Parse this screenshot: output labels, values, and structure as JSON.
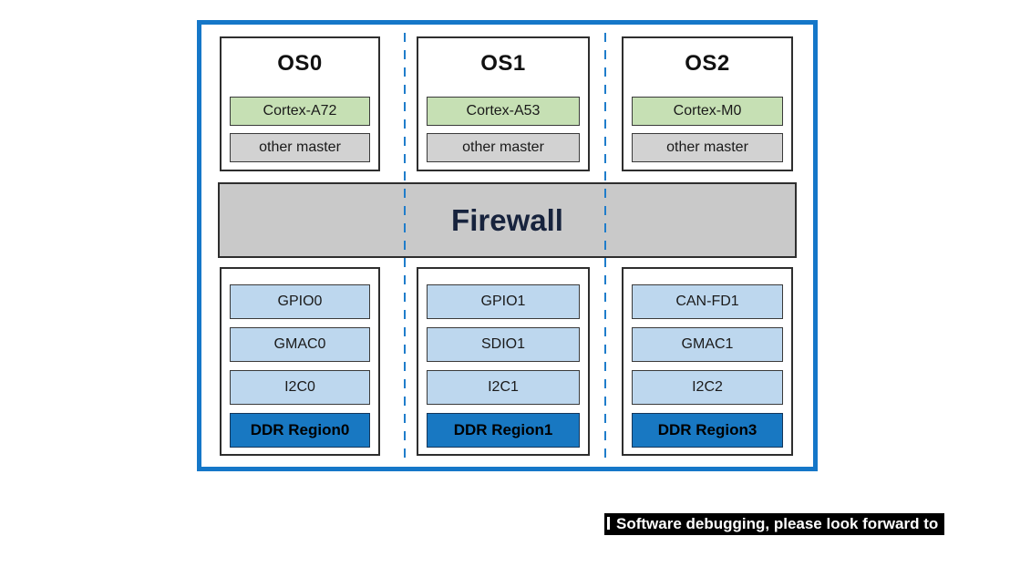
{
  "page": {
    "caption": {
      "text": "Software debugging, please look forward to"
    }
  },
  "diagram": {
    "firewall_label": "Firewall",
    "columns": [
      {
        "os_label": "OS0",
        "cpu": "Cortex-A72",
        "other_master": "other master",
        "peripherals": [
          "GPIO0",
          "GMAC0",
          "I2C0"
        ],
        "ddr": "DDR Region0"
      },
      {
        "os_label": "OS1",
        "cpu": "Cortex-A53",
        "other_master": "other master",
        "peripherals": [
          "GPIO1",
          "SDIO1",
          "I2C1"
        ],
        "ddr": "DDR Region1"
      },
      {
        "os_label": "OS2",
        "cpu": "Cortex-M0",
        "other_master": "other master",
        "peripherals": [
          "CAN-FD1",
          "GMAC1",
          "I2C2"
        ],
        "ddr": "DDR Region3"
      }
    ],
    "colors": {
      "outer_border": "#1577c8",
      "dashed_line": "#1f7dcb",
      "cpu_green": "#c6e0b4",
      "master_gray": "#d2d2d2",
      "firewall_fill": "#c9c9c9",
      "firewall_text": "#17233d",
      "peripheral_blue": "#bdd7ee",
      "ddr_blue": "#1878c2",
      "caption_bg": "#000000",
      "caption_text": "#ffffff"
    }
  }
}
